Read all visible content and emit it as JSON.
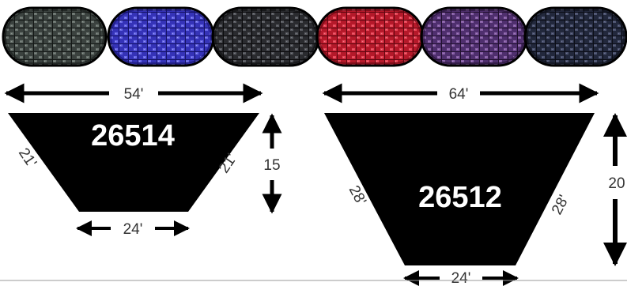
{
  "swatches": [
    {
      "name": "charcoal",
      "base": "#3b423f",
      "light": "#6c7570",
      "dark": "#141816",
      "dot": "#8a948e"
    },
    {
      "name": "royal-blue",
      "base": "#3533b8",
      "light": "#6a6ae8",
      "dark": "#151366",
      "dot": "#9a9cf2"
    },
    {
      "name": "black",
      "base": "#2a2b2f",
      "light": "#5a5c62",
      "dark": "#0b0b0d",
      "dot": "#7a7c82"
    },
    {
      "name": "red",
      "base": "#b5192a",
      "light": "#e8485a",
      "dark": "#5e0710",
      "dot": "#f07a86"
    },
    {
      "name": "purple",
      "base": "#4f2f6e",
      "light": "#8a63a8",
      "dark": "#21102f",
      "dot": "#a27cc0"
    },
    {
      "name": "navy",
      "base": "#22283c",
      "light": "#4f5672",
      "dark": "#0b0d16",
      "dot": "#6a7090"
    }
  ],
  "shapes": [
    {
      "code": "26514",
      "top_width": "54'",
      "bottom_width": "24'",
      "side_left": "21'",
      "side_right": "21'",
      "height": "15"
    },
    {
      "code": "26512",
      "top_width": "64'",
      "bottom_width": "24'",
      "side_left": "28'",
      "side_right": "28'",
      "height": "20"
    }
  ],
  "colors": {
    "shape_fill": "#000000",
    "arrow": "#000000",
    "dimension_text": "#333333",
    "code_text": "#ffffff",
    "divider": "#9a9a9a"
  }
}
